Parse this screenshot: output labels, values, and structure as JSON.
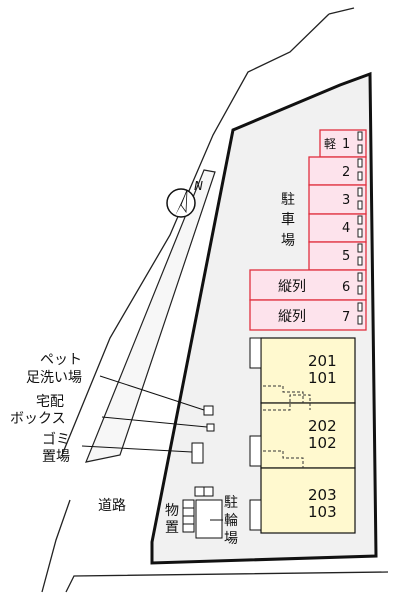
{
  "compass": {
    "label": "N"
  },
  "parking": {
    "label": [
      "駐",
      "車",
      "場"
    ],
    "spaces": [
      {
        "tag": "軽",
        "number": "1"
      },
      {
        "tag": "",
        "number": "2"
      },
      {
        "tag": "",
        "number": "3"
      },
      {
        "tag": "",
        "number": "4"
      },
      {
        "tag": "",
        "number": "5"
      },
      {
        "tag": "縦列",
        "number": "6"
      },
      {
        "tag": "縦列",
        "number": "7"
      }
    ]
  },
  "building": {
    "units": [
      {
        "upper": "201",
        "lower": "101"
      },
      {
        "upper": "202",
        "lower": "102"
      },
      {
        "upper": "203",
        "lower": "103"
      }
    ]
  },
  "facilities": {
    "footwash": [
      "ペット",
      "足洗い場"
    ],
    "delivery_box": [
      "宅配",
      "ボックス"
    ],
    "garbage": [
      "ゴミ",
      "置場"
    ],
    "storage": [
      "物",
      "置"
    ],
    "bicycle": [
      "駐",
      "輪",
      "場"
    ]
  },
  "road": {
    "label": "道路"
  },
  "colors": {
    "parking_fill": "#fde3ec",
    "parking_stroke": "#e0303f",
    "building_fill": "#fff9cf",
    "site_fill": "#f1f1f1"
  }
}
